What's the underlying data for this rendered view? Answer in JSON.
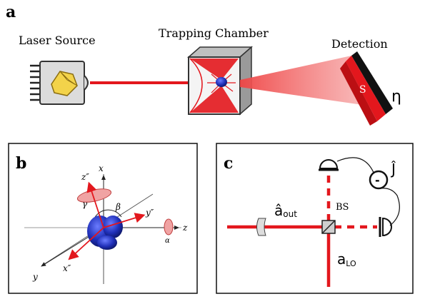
{
  "panel_a": {
    "letter": "a",
    "laser_label": "Laser Source",
    "chamber_label": "Trapping Chamber",
    "detection_label": "Detection",
    "detector_letter": "S",
    "efficiency_symbol": "η"
  },
  "panel_b": {
    "letter": "b",
    "axes": {
      "x": "x",
      "y": "y",
      "z": "z",
      "x_rot": "x″",
      "y_rot": "y″",
      "z_rot": "z″"
    },
    "angles": {
      "alpha": "α",
      "beta": "β",
      "gamma": "γ"
    }
  },
  "panel_c": {
    "letter": "c",
    "beam_splitter": "BS",
    "current": "Ĵ",
    "output_mode": "â",
    "output_sub": "out",
    "lo_mode": "a",
    "lo_sub": "LO",
    "minus": "-"
  },
  "colors": {
    "laser": "#e3171d",
    "particle": "#1f2fb8",
    "ellipse": "#f0a3a3"
  }
}
